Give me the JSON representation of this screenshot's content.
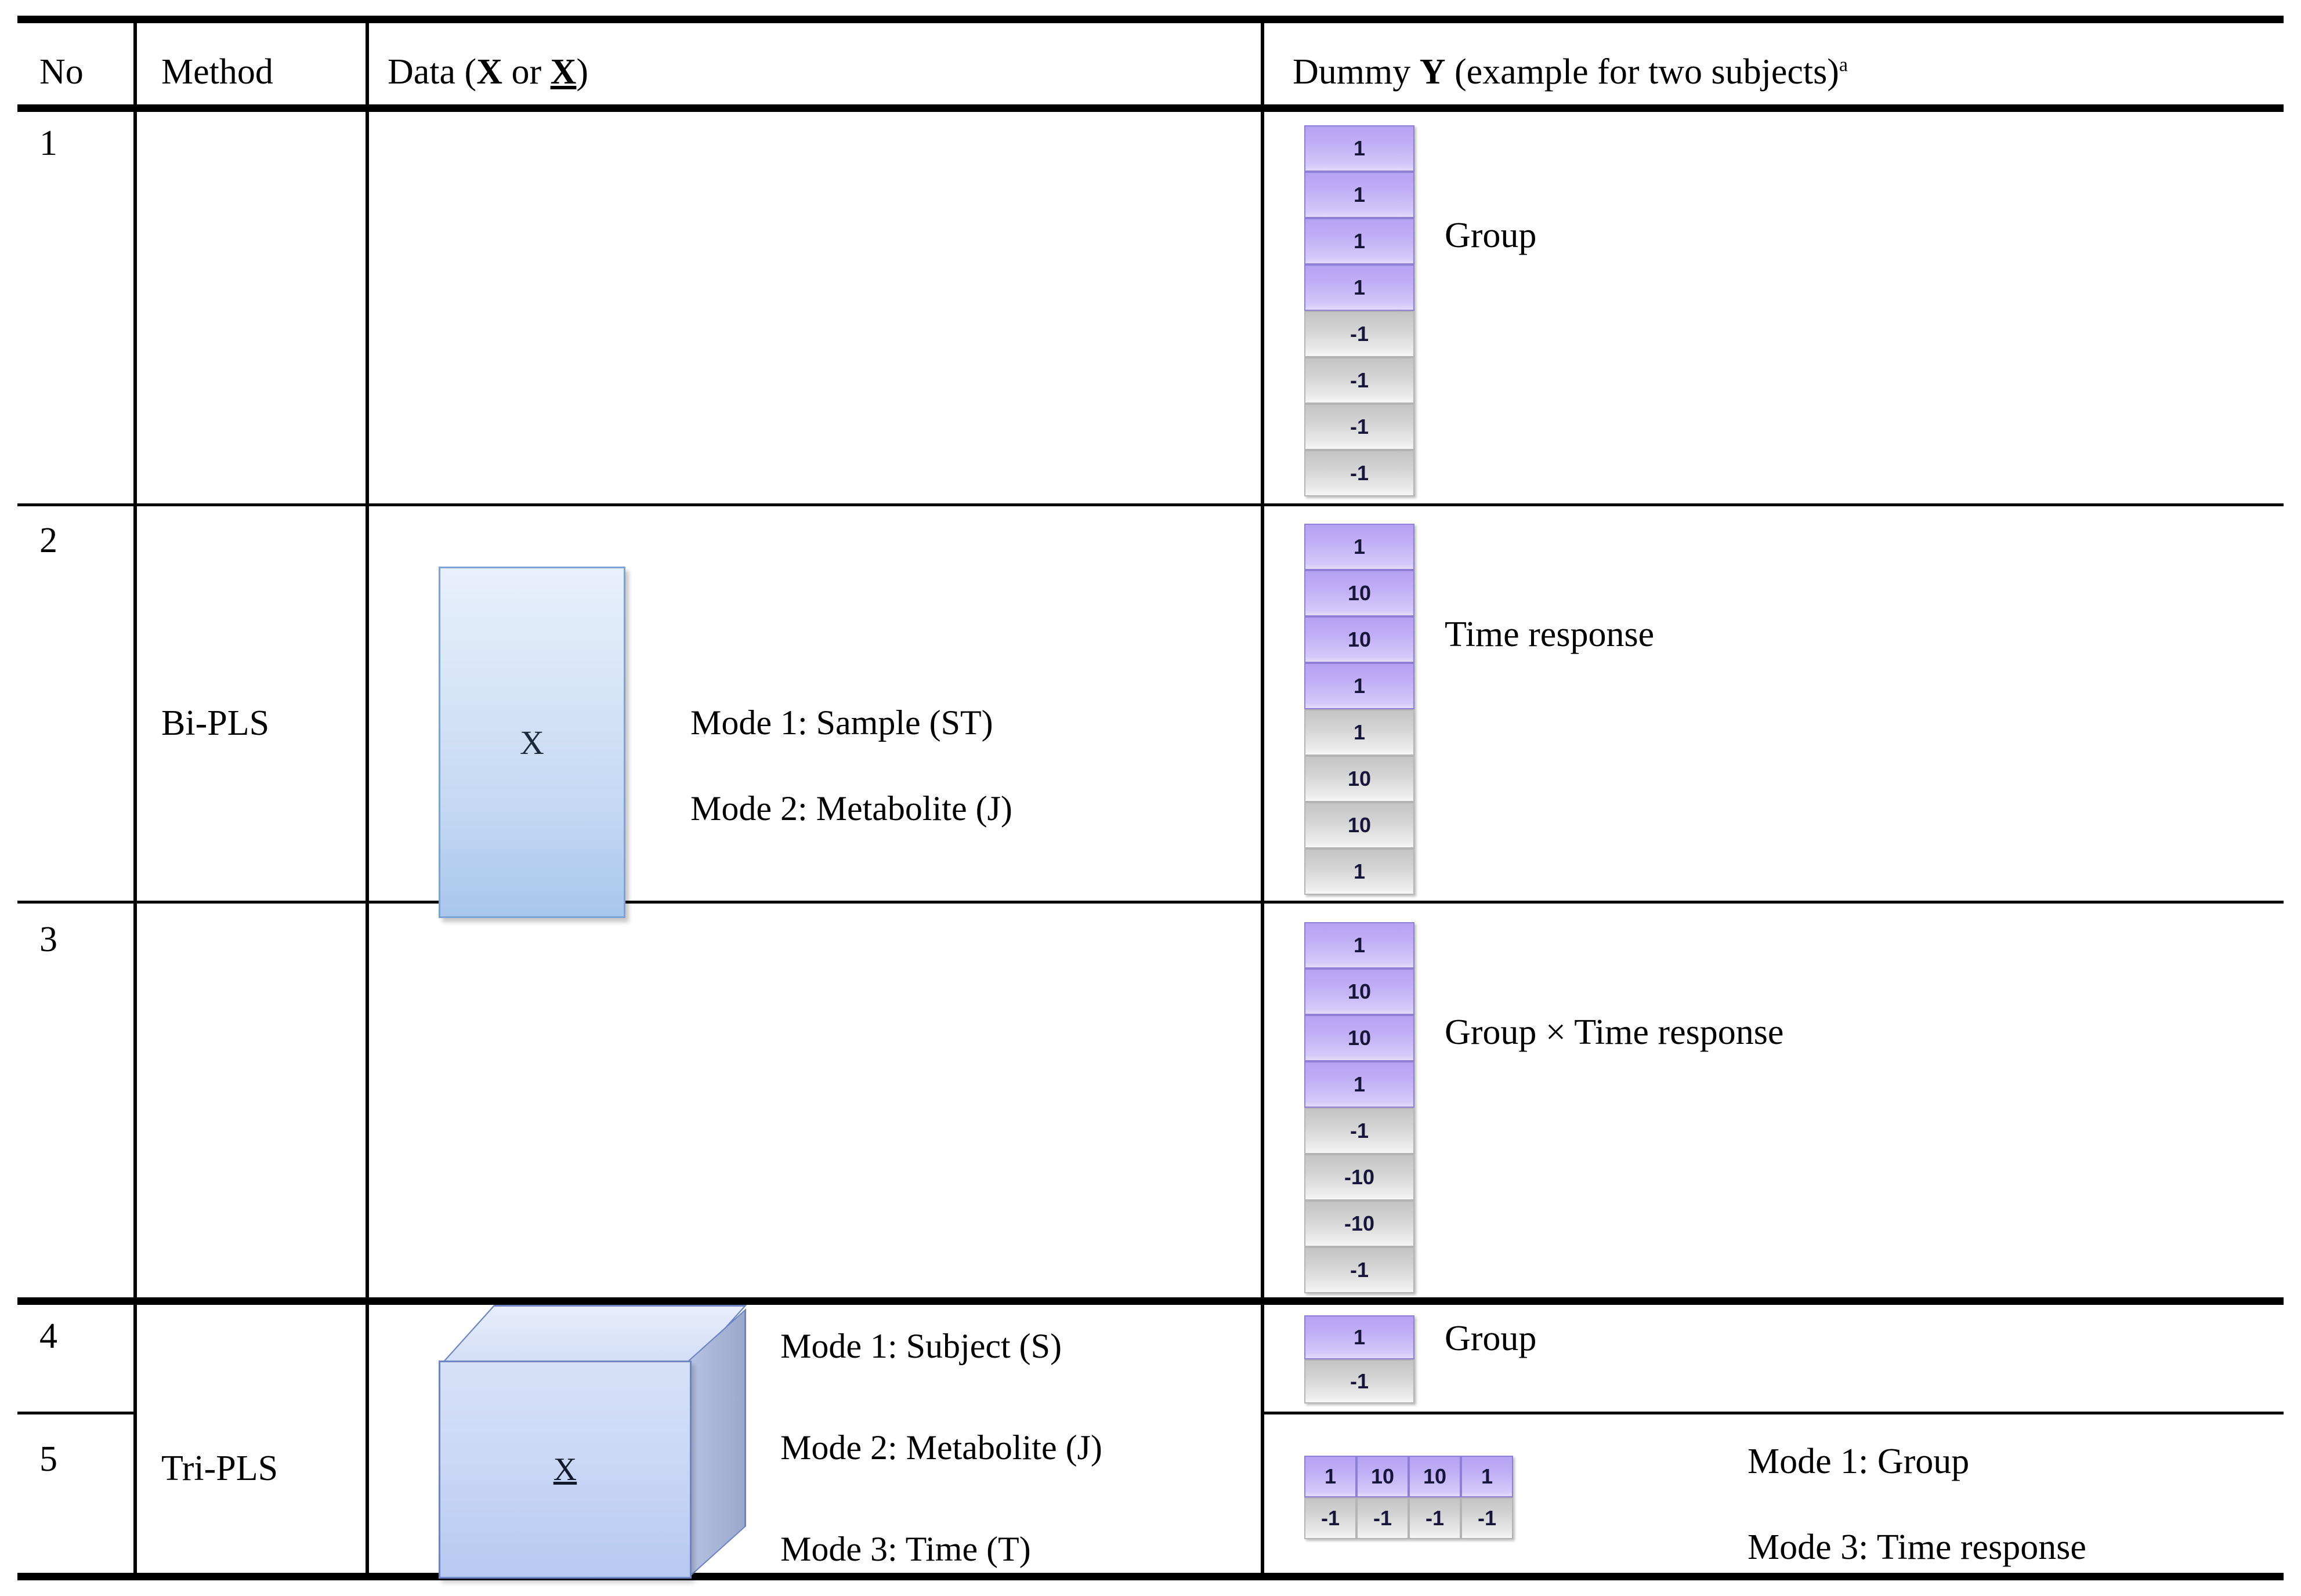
{
  "table": {
    "headers": {
      "no": "No",
      "method": "Method",
      "data": "Data (X or X)",
      "data_prefix": "Data (",
      "data_bold_x": "X",
      "data_or": " or ",
      "data_under_x": "X",
      "data_suffix": ")",
      "dummy_prefix": "Dummy ",
      "dummy_bold_y": "Y",
      "dummy_rest": " (example for two subjects)",
      "dummy_footnote": "a"
    },
    "row_numbers": [
      "1",
      "2",
      "3",
      "4",
      "5"
    ],
    "methods": [
      {
        "label": "Bi-PLS",
        "rows": "1-3"
      },
      {
        "label": "Tri-PLS",
        "rows": "4-5"
      }
    ],
    "data_blocks": [
      {
        "shape": "matrix",
        "symbol": "X",
        "modes": [
          "Mode 1: Sample (ST)",
          "Mode 2: Metabolite (J)"
        ]
      },
      {
        "shape": "cube",
        "symbol": "X",
        "modes": [
          "Mode 1: Subject (S)",
          "Mode 2: Metabolite (J)",
          "Mode 3: Time (T)"
        ]
      }
    ],
    "dummy_y": [
      {
        "row": "1",
        "layout": "column",
        "purple": [
          "1",
          "1",
          "1",
          "1"
        ],
        "gray": [
          "-1",
          "-1",
          "-1",
          "-1"
        ],
        "labels": [
          "Group"
        ]
      },
      {
        "row": "2",
        "layout": "column",
        "purple": [
          "1",
          "10",
          "10",
          "1"
        ],
        "gray": [
          "1",
          "10",
          "10",
          "1"
        ],
        "labels": [
          "Time response"
        ]
      },
      {
        "row": "3",
        "layout": "column",
        "purple": [
          "1",
          "10",
          "10",
          "1"
        ],
        "gray": [
          "-1",
          "-10",
          "-10",
          "-1"
        ],
        "labels": [
          "Group × Time response"
        ]
      },
      {
        "row": "4",
        "layout": "column",
        "purple": [
          "1"
        ],
        "gray": [
          "-1"
        ],
        "labels": [
          "Group"
        ]
      },
      {
        "row": "5",
        "layout": "grid",
        "purple": [
          "1",
          "10",
          "10",
          "1"
        ],
        "gray": [
          "-1",
          "-1",
          "-1",
          "-1"
        ],
        "labels": [
          "Mode 1: Group",
          "Mode 3: Time response"
        ]
      }
    ]
  },
  "colors": {
    "purple_top": "#b6a2f3",
    "purple_bottom": "#e3dcfc",
    "gray_top": "#c4c4c4",
    "gray_bottom": "#f7f7f7",
    "matrix_blue": "#a9c6ec",
    "cube_blue": "#b7c9f0",
    "rule": "#000000"
  }
}
